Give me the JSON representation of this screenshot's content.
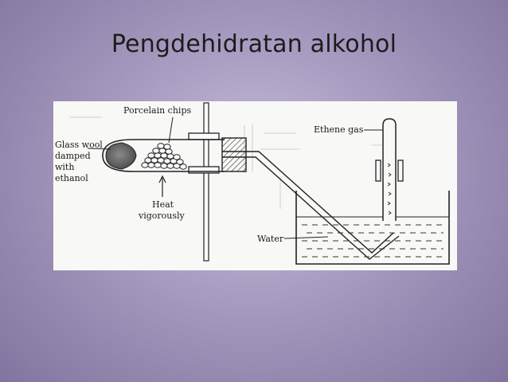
{
  "slide": {
    "title": "Pengdehidratan alkohol"
  },
  "diagram": {
    "labels": {
      "porcelain_chips": "Porcelain chips",
      "glass_wool_1": "Glass wool",
      "glass_wool_2": "damped",
      "glass_wool_3": "with",
      "glass_wool_4": "ethanol",
      "heat_1": "Heat",
      "heat_2": "vigorously",
      "ethene_gas": "Ethene gas",
      "water": "Water"
    }
  }
}
